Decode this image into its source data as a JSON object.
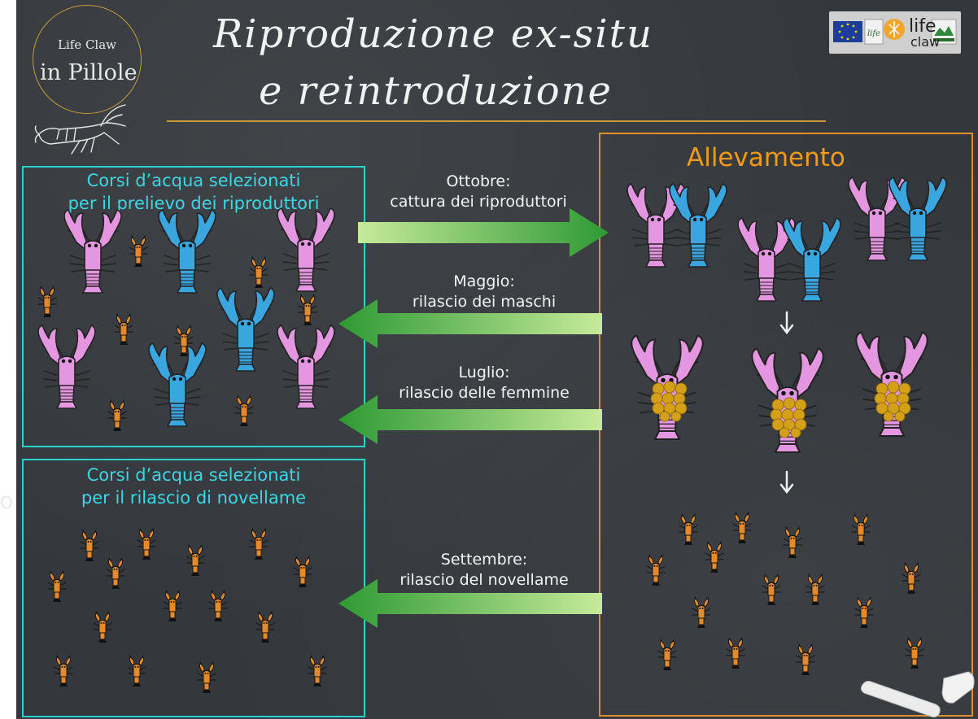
{
  "title": {
    "line1": "Riproduzione ex-situ",
    "line2": "e reintroduzione"
  },
  "logo": {
    "small": "Life Claw",
    "big": "in Pillole",
    "icon": "crayfish-outline-icon",
    "accent": "#c79a3a"
  },
  "badges": {
    "life_text": "life",
    "claw_text": "claw",
    "icons": [
      "eu-flag-icon",
      "life-program-icon",
      "life-claw-crayfish-icon",
      "natura-2000-icon"
    ]
  },
  "panels": {
    "catch": {
      "line1": "Corsi d’acqua selezionati",
      "line2": "per il prelievo dei riproduttori"
    },
    "release": {
      "line1": "Corsi d’acqua selezionati",
      "line2": "per il rilascio di novellame"
    },
    "breeding": {
      "title": "Allevamento"
    }
  },
  "arrows": [
    {
      "line1": "Ottobre:",
      "line2": "cattura dei riproduttori",
      "direction": "right"
    },
    {
      "line1": "Maggio:",
      "line2": "rilascio dei maschi",
      "direction": "left"
    },
    {
      "line1": "Luglio:",
      "line2": "rilascio delle femmine",
      "direction": "left"
    },
    {
      "line1": "Settembre:",
      "line2": "rilascio del novellame",
      "direction": "left"
    }
  ],
  "stray_text": "O",
  "colors": {
    "board": "#34383c",
    "panel_cyan": "#2ad2cf",
    "panel_title_cyan": "#3ad7e6",
    "panel_orange": "#e0902a",
    "allevamento_orange": "#f29a1a",
    "female_pink": "#e596e0",
    "male_blue": "#3aa6e0",
    "juvenile_orange": "#e58a2a",
    "eggs_gold": "#d4a017",
    "arrow_green": "#3ea33a",
    "arrow_light": "#b6e08a"
  },
  "icons": {
    "female": "female-crayfish-icon",
    "male": "male-crayfish-icon",
    "berried": "egg-bearing-female-crayfish-icon",
    "juvenile": "juvenile-crayfish-icon",
    "down_arrow": "down-arrow-icon",
    "chalk": "chalk-sticks-icon"
  }
}
